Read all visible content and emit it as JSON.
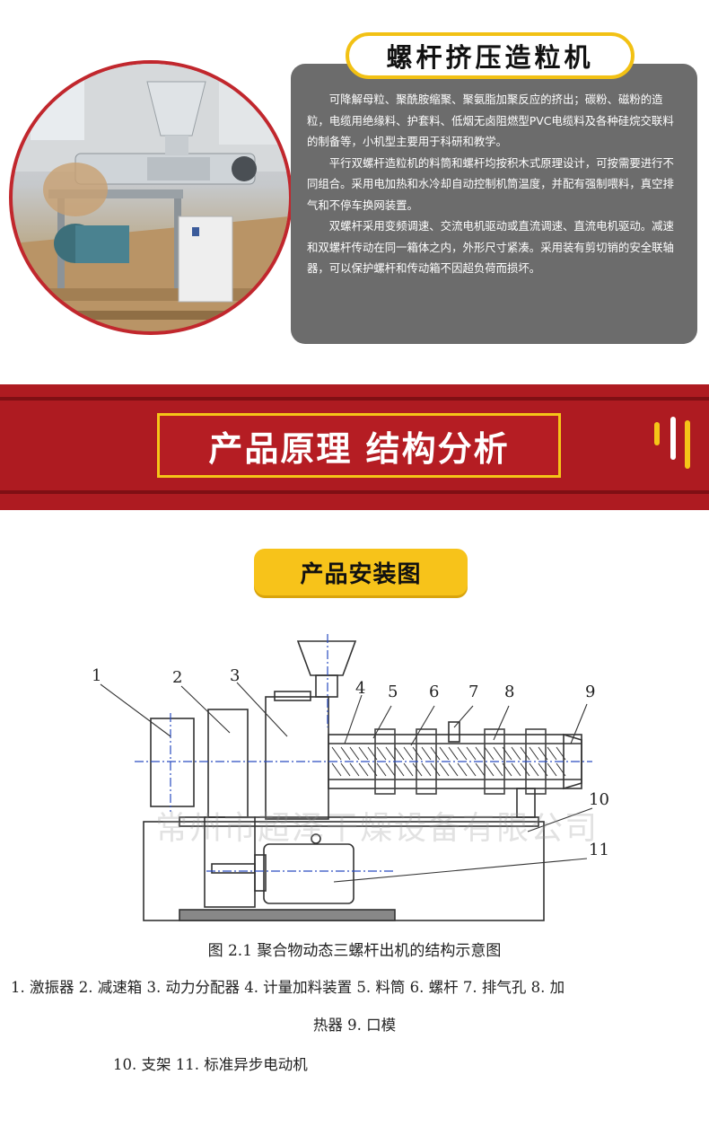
{
  "header": {
    "title": "螺杆挤压造粒机"
  },
  "description": {
    "paragraphs": [
      "可降解母粒、聚酰胺缩聚、聚氨脂加聚反应的挤出；碳粉、磁粉的造粒，电缆用绝缘料、护套料、低烟无卤阻燃型PVC电缆料及各种硅烷交联料的制备等，小机型主要用于科研和教学。",
      "平行双螺杆造粒机的料筒和螺杆均按积木式原理设计，可按需要进行不同组合。采用电加热和水冷却自动控制机筒温度，并配有强制喂料，真空排气和不停车换网装置。",
      "双螺杆采用变频调速、交流电机驱动或直流调速、直流电机驱动。减速和双螺杆传动在同一箱体之内，外形尺寸紧凑。采用装有剪切销的安全联轴器，可以保护螺杆和传动箱不因超负荷而损坏。"
    ]
  },
  "banner": {
    "title": "产品原理 结构分析"
  },
  "section": {
    "title": "产品安装图"
  },
  "diagram": {
    "labels": [
      "1",
      "2",
      "3",
      "4",
      "5",
      "6",
      "7",
      "8",
      "9",
      "10",
      "11"
    ],
    "watermark": "常州市超泽干燥设备有限公司",
    "caption": "图 2.1  聚合物动态三螺杆出机的结构示意图",
    "legend_line1": "1. 激振器   2. 减速箱   3. 动力分配器   4. 计量加料装置   5. 料筒   6. 螺杆  7. 排气孔 8. 加",
    "legend_line2": "热器  9. 口模",
    "legend_line3": "10. 支架    11. 标准异步电动机"
  },
  "colors": {
    "accent_red": "#ae1b21",
    "accent_yellow": "#f5c518",
    "text_box_gray": "#6c6c6c"
  }
}
